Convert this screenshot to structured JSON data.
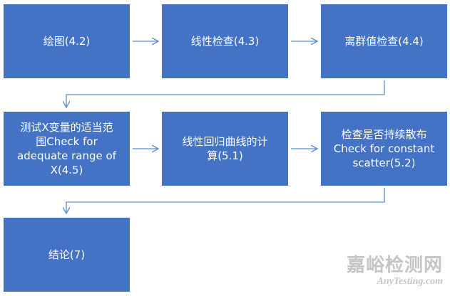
{
  "boxes": [
    {
      "text": "绘图(4.2)"
    },
    {
      "text": "线性检查(4.3)"
    },
    {
      "text": "离群值检查(4.4)"
    },
    {
      "text": "测试X变量的适当范\n围Check for\nadequate range of\nX(4.5)"
    },
    {
      "text": "线性回归曲线的计\n算(5.1)"
    },
    {
      "text": "检查是否持续散布\nCheck for constant\nscatter(5.2)"
    },
    {
      "text": "结论(7)"
    }
  ],
  "colors": {
    "box_fill": "#4472c4",
    "box_text": "#ffffff",
    "connector": "#5b8bd0"
  },
  "watermark": {
    "cn": "嘉峪检测网",
    "en": "AnyTesting.com"
  }
}
